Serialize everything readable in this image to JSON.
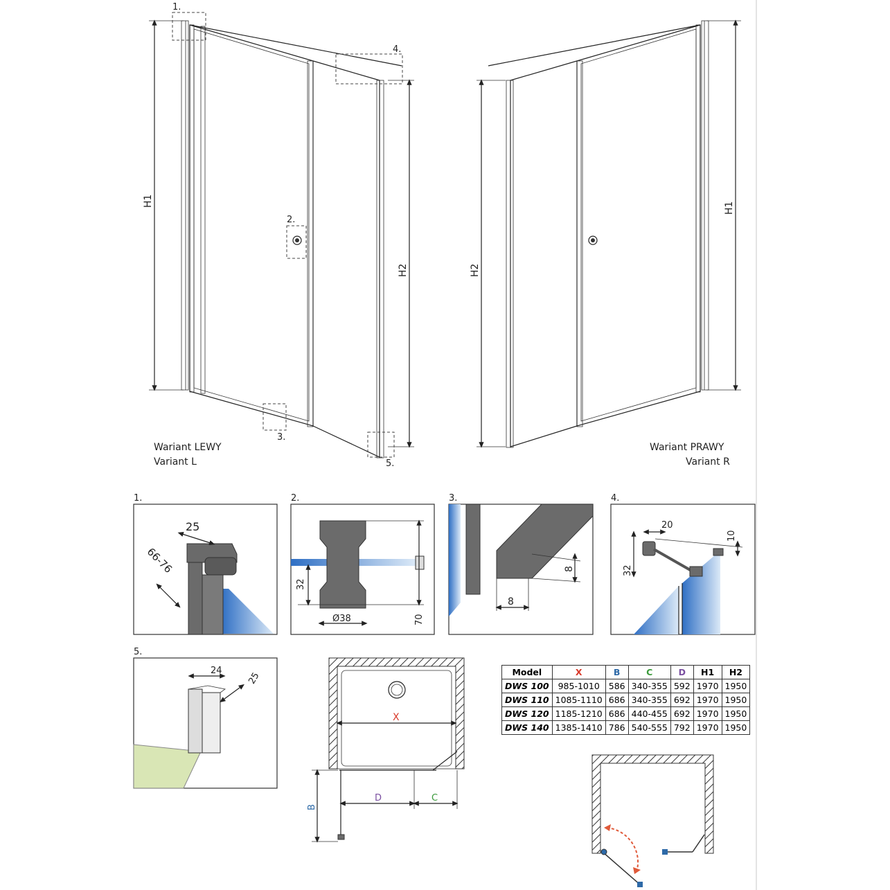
{
  "variants": {
    "left": {
      "line1": "Wariant LEWY",
      "line2": "Variant L"
    },
    "right": {
      "line1": "Wariant PRAWY",
      "line2": "Variant R"
    }
  },
  "dimension_labels": {
    "h1": "H1",
    "h2": "H2",
    "x": "X",
    "b": "B",
    "c": "C",
    "d": "D"
  },
  "callouts": [
    "1.",
    "2.",
    "3.",
    "4.",
    "5."
  ],
  "details": {
    "d1": {
      "label": "1.",
      "width": "25",
      "range": "66-76"
    },
    "d2": {
      "label": "2.",
      "offset": "32",
      "diameter": "Ø38",
      "height": "70"
    },
    "d3": {
      "label": "3.",
      "height": "8",
      "width": "8"
    },
    "d4": {
      "label": "4.",
      "width": "20",
      "height": "10",
      "offset": "32"
    },
    "d5": {
      "label": "5.",
      "width": "24",
      "depth": "25"
    }
  },
  "colors": {
    "x": "#d93a2b",
    "b": "#2e6aa8",
    "c": "#3a9a3a",
    "d": "#7a4fa0",
    "glass": "#3f7fd0",
    "floor": "#d9e6b5",
    "arrow": "#e05a3a"
  },
  "table": {
    "headers": [
      "Model",
      "X",
      "B",
      "C",
      "D",
      "H1",
      "H2"
    ],
    "rows": [
      [
        "DWS 100",
        "985-1010",
        "586",
        "340-355",
        "592",
        "1970",
        "1950"
      ],
      [
        "DWS 110",
        "1085-1110",
        "686",
        "340-355",
        "692",
        "1970",
        "1950"
      ],
      [
        "DWS 120",
        "1185-1210",
        "686",
        "440-455",
        "692",
        "1970",
        "1950"
      ],
      [
        "DWS 140",
        "1385-1410",
        "786",
        "540-555",
        "792",
        "1970",
        "1950"
      ]
    ]
  }
}
